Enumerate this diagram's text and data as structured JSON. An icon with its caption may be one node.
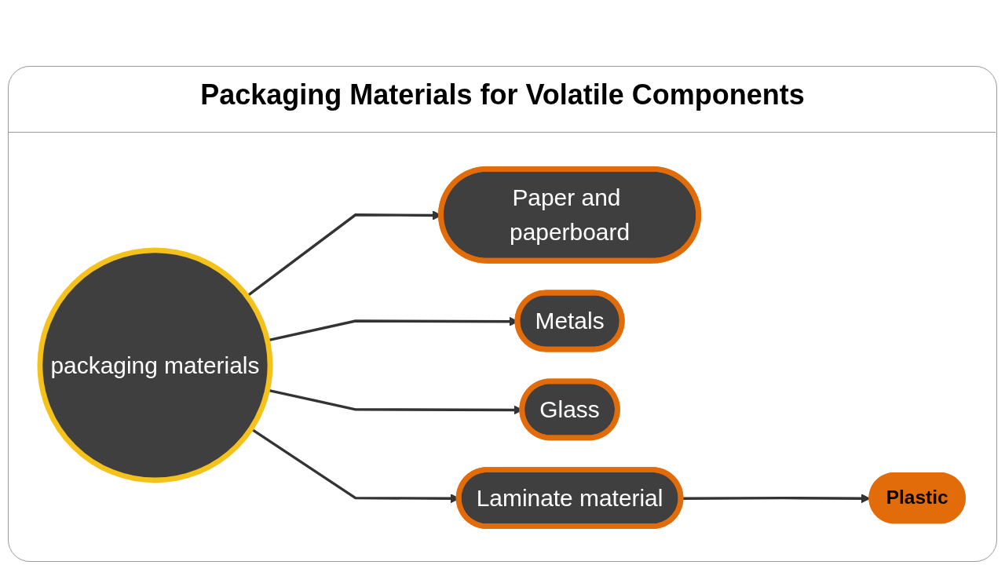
{
  "diagram": {
    "title": "Packaging Materials for Volatile Components",
    "nodes": [
      {
        "text": [
          "packaging materials"
        ]
      },
      {
        "text": [
          "Paper and paperboard"
        ]
      },
      {
        "text": [
          "Metals"
        ]
      },
      {
        "text": [
          "Glass"
        ]
      },
      {
        "text": [
          "Laminate material"
        ]
      },
      {
        "text": [
          "Plastic"
        ]
      }
    ],
    "edges": [
      {
        "from": 0,
        "to": 1,
        "arrow": "to"
      },
      {
        "from": 0,
        "to": 2,
        "arrow": "to"
      },
      {
        "from": 0,
        "to": 3,
        "arrow": "to"
      },
      {
        "from": 0,
        "to": 4,
        "arrow": "to"
      },
      {
        "from": 4,
        "to": 5,
        "arrow": "to"
      }
    ]
  }
}
